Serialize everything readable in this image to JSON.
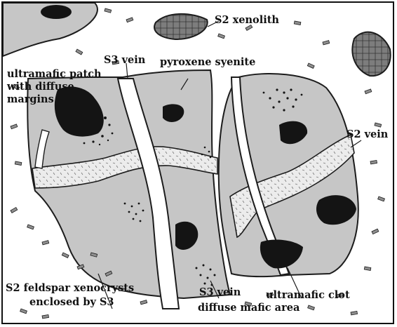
{
  "colors": {
    "outline": "#1c1c1c",
    "host_rock": "#ffffff",
    "pyroxene_syenite": "#c6c6c6",
    "ultramafic": "#141414",
    "s2_vein": "#ececec",
    "xenolith": "#7d7d7d",
    "feldspar_crystal": "#8f8f8f"
  },
  "icons": [
    "s2-xenolith-icon",
    "ultramafic-clot-icon",
    "feldspar-xenocryst-icon"
  ],
  "labels": {
    "s2_xenolith": "S2 xenolith",
    "s3_vein_top": "S3 vein",
    "pyroxene_syenite": "pyroxene syenite",
    "ultramafic_patch_line1": "ultramafic patch",
    "ultramafic_patch_line2": "with diffuse",
    "ultramafic_patch_line3": "margins",
    "s2_vein": "S2 vein",
    "s2_feldspar_line1": "S2 feldspar xenocrysts",
    "s2_feldspar_line2": "enclosed by S3",
    "s3_vein_bottom": "S3 vein",
    "ultramafic_clot": "ultramafic clot",
    "diffuse_mafic_area": "diffuse mafic area"
  }
}
